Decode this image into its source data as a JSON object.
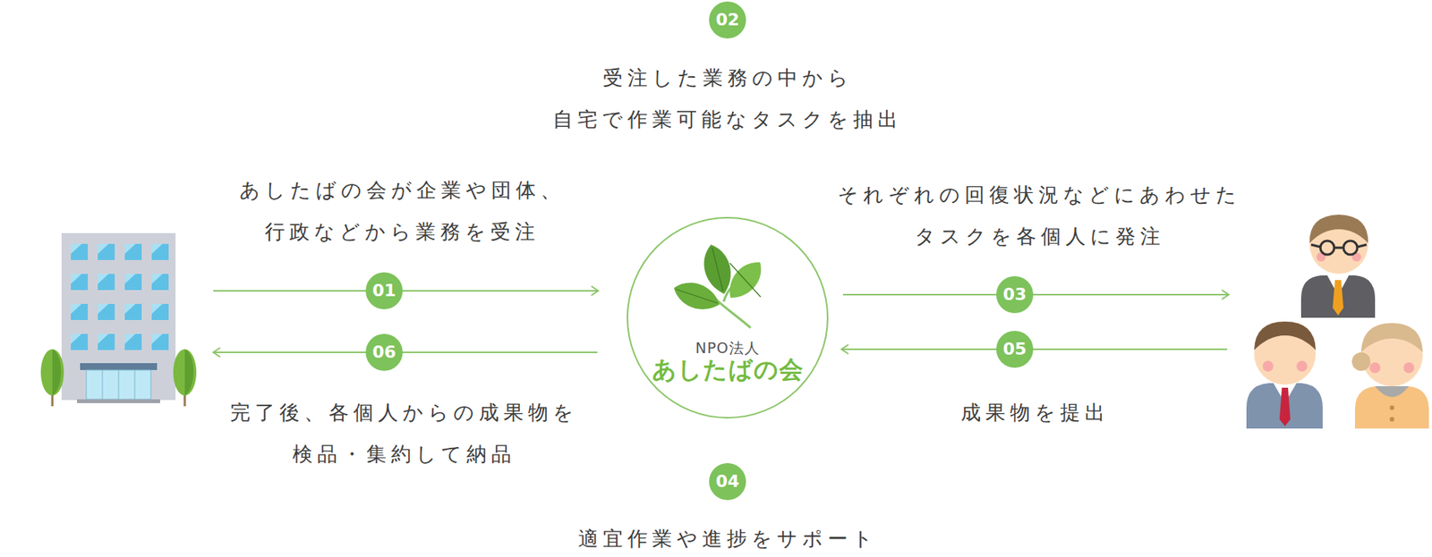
{
  "diagram": {
    "nodes": [
      {
        "text": [
          "NPO法人",
          "あしたばの会"
        ]
      }
    ],
    "labels": [
      "02",
      "受注した業務の中から 自宅で作業可能なタスクを抽出",
      "あしたばの会が企業や団体、 行政などから業務を受注",
      "それぞれの回復状況などにあわせた タスクを各個人に発注",
      "01",
      "06",
      "03",
      "05",
      "完了後、各個人からの成果物を 検品・集約して納品",
      "成果物を提出",
      "04",
      "適宜作業や進捗をサポート"
    ]
  }
}
